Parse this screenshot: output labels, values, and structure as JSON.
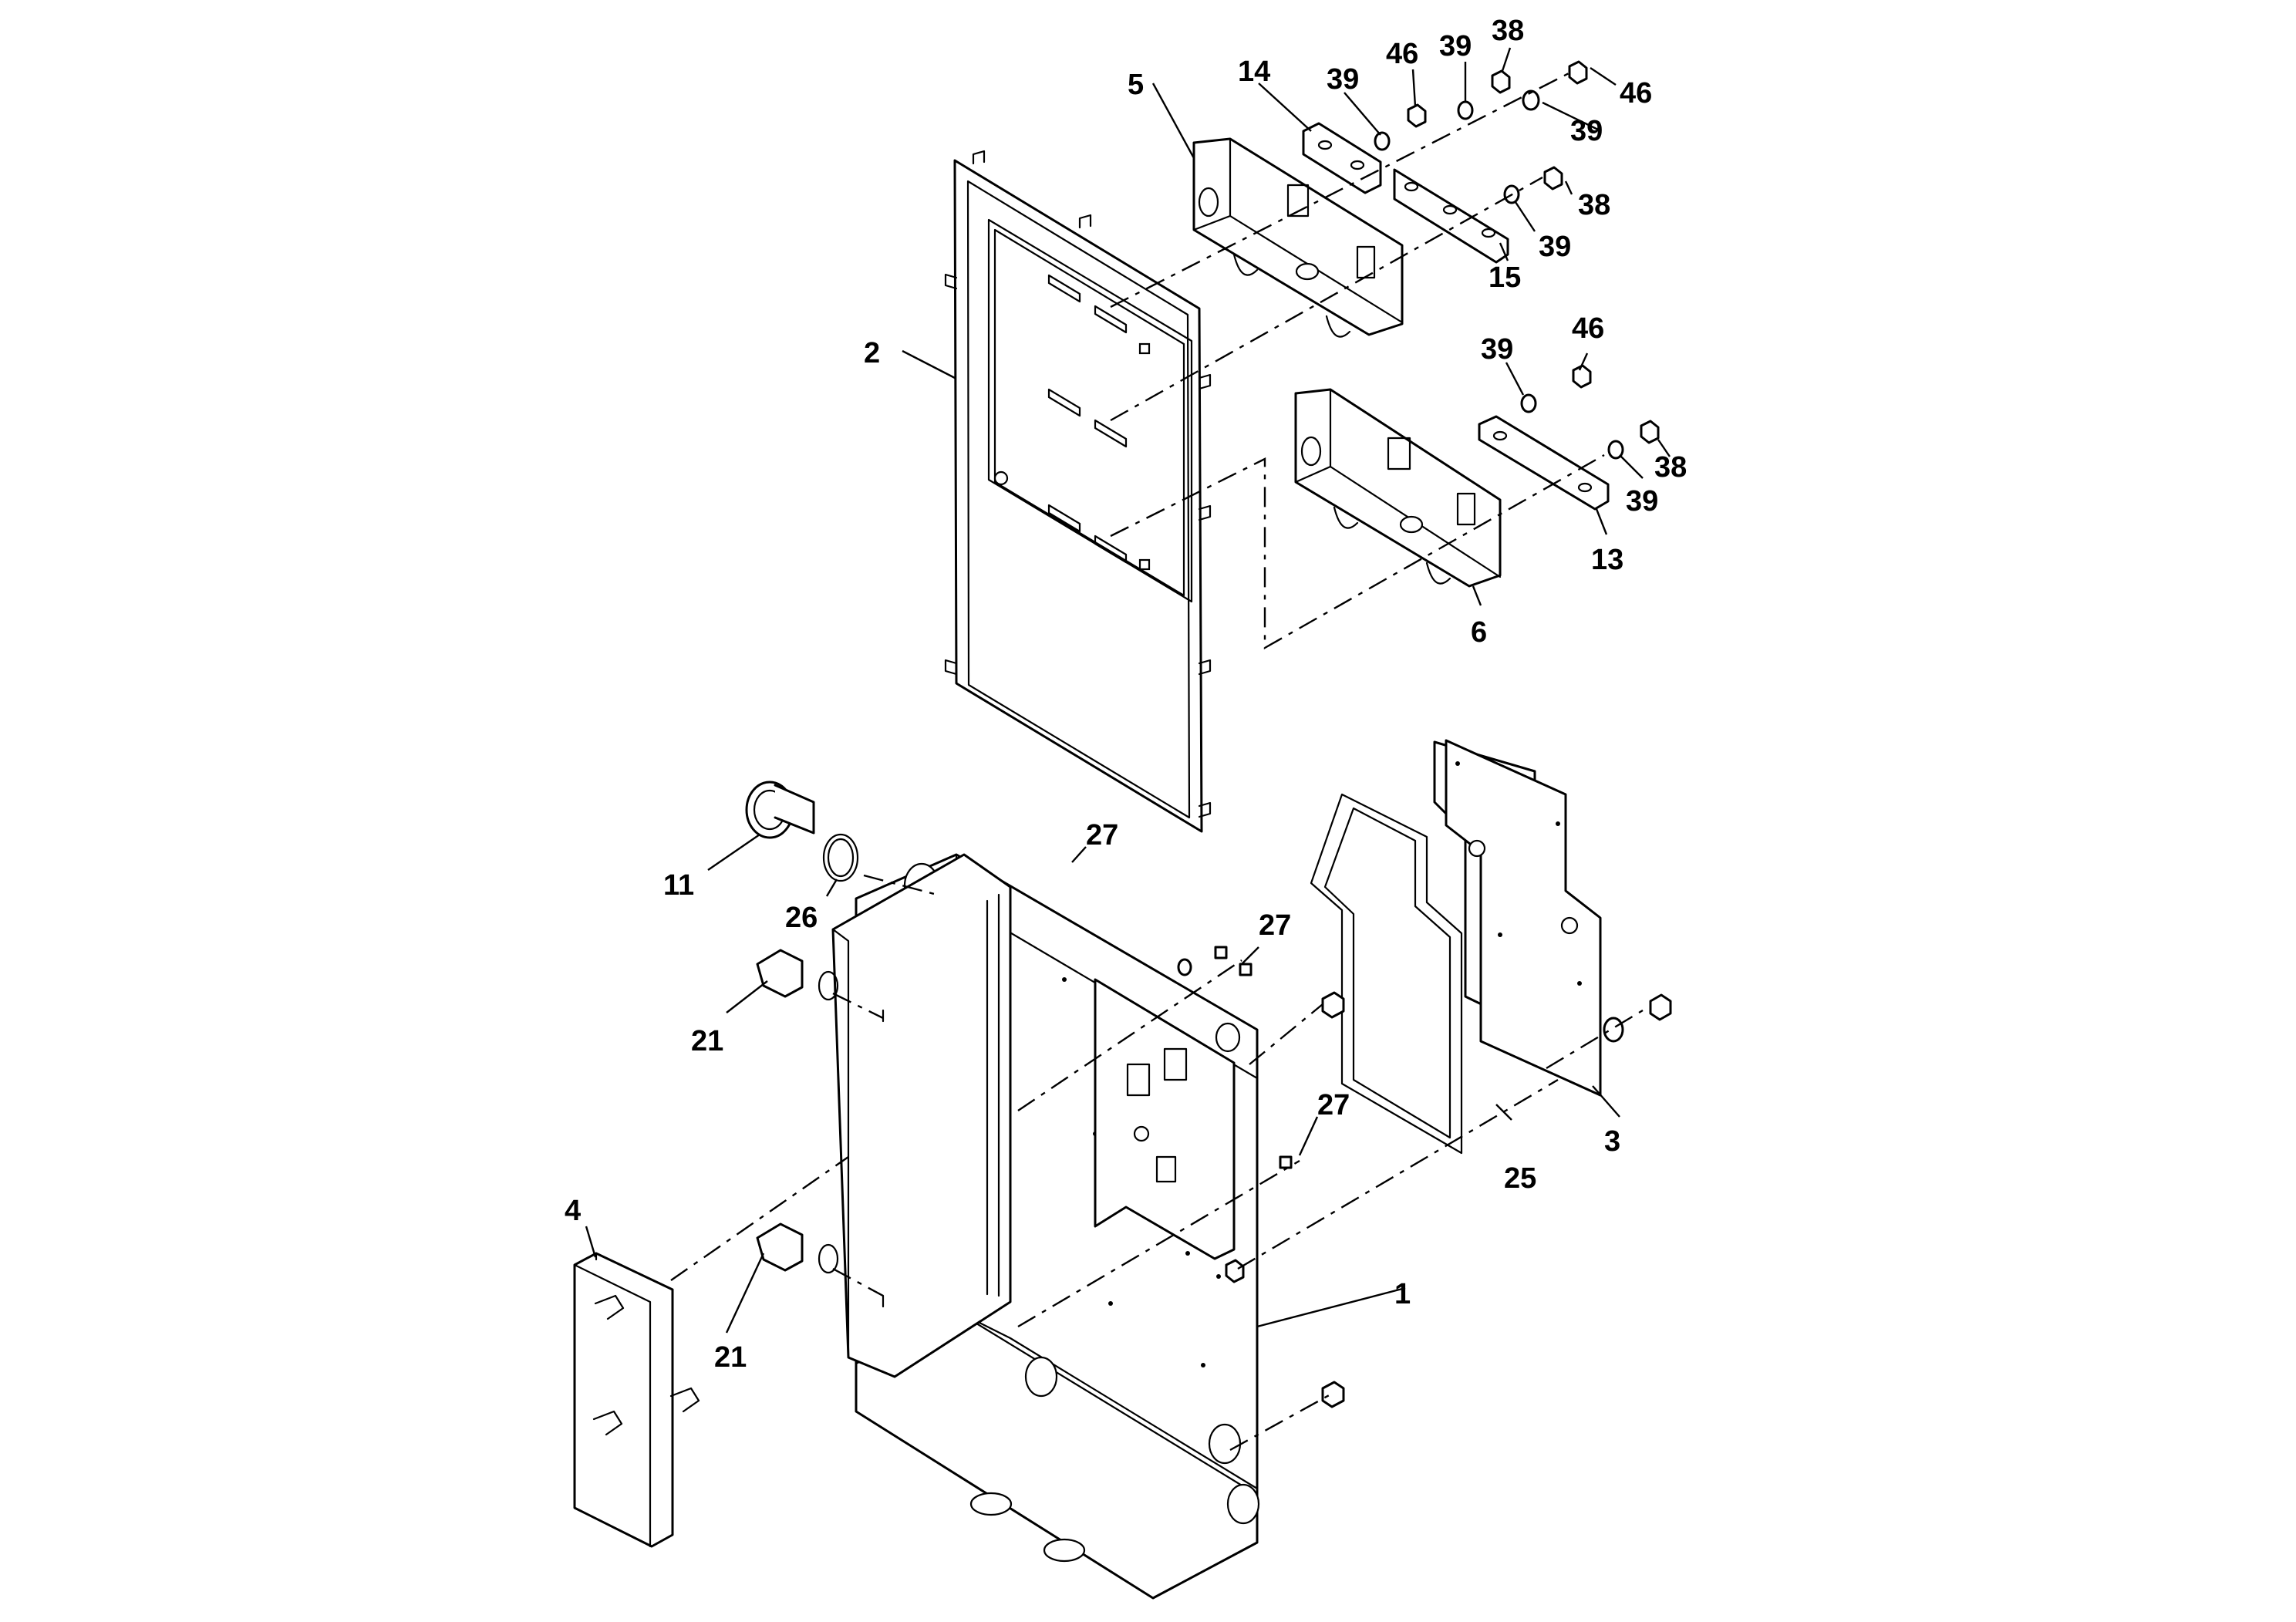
{
  "callouts": {
    "c1": "1",
    "c2": "2",
    "c3": "3",
    "c4": "4",
    "c5": "5",
    "c6": "6",
    "c11": "11",
    "c13": "13",
    "c14": "14",
    "c15": "15",
    "c21a": "21",
    "c21b": "21",
    "c25": "25",
    "c26": "26",
    "c27a": "27",
    "c27b": "27",
    "c27c": "27",
    "c38a": "38",
    "c38b": "38",
    "c38c": "38",
    "c39a": "39",
    "c39b": "39",
    "c39c": "39",
    "c39d": "39",
    "c39e": "39",
    "c39f": "39",
    "c46a": "46",
    "c46b": "46",
    "c46c": "46"
  }
}
